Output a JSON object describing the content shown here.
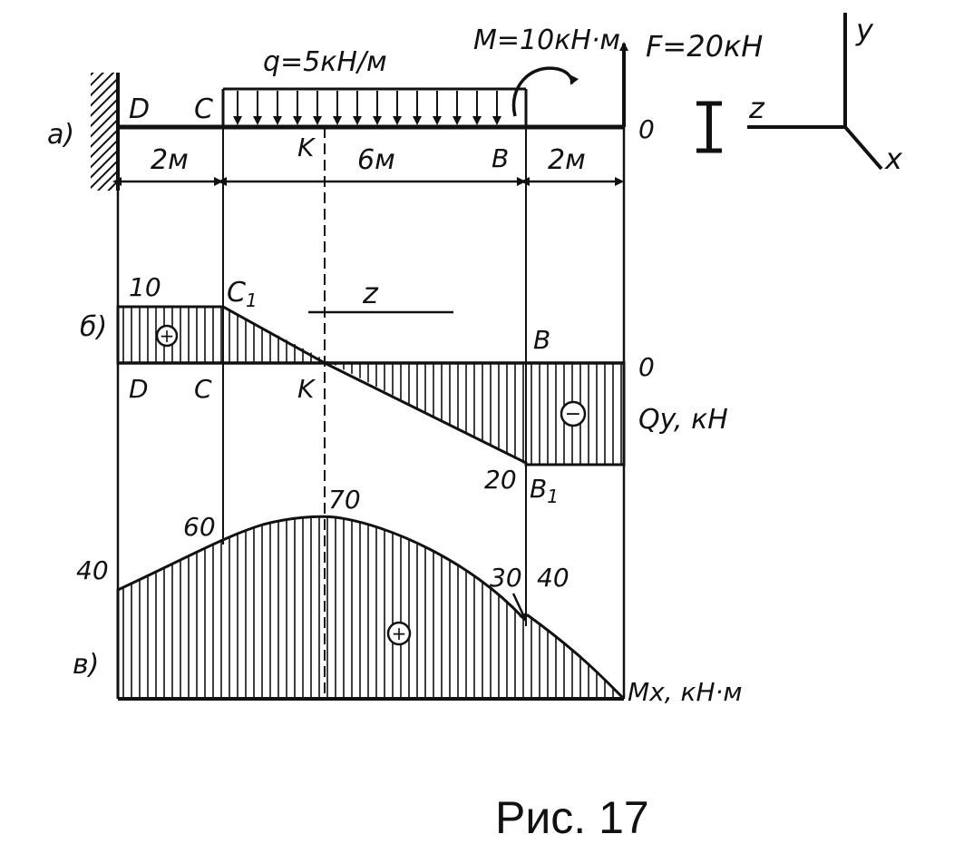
{
  "caption": "Рис. 17",
  "loads": {
    "q": "q=5кН/м",
    "m": "M=10кН·м",
    "f": "F=20кН"
  },
  "axes": {
    "y": "y",
    "z": "z",
    "x": "x"
  },
  "part_labels": {
    "a": "а)",
    "b": "б)",
    "c": "в)"
  },
  "points": {
    "d": "D",
    "c": "C",
    "k": "K",
    "b": "B",
    "o": "0",
    "c1": "C1",
    "b1": "B1"
  },
  "dimensions": [
    "2м",
    "6м",
    "2м"
  ],
  "shear": {
    "axis_label": "Qy, кН",
    "z_label": "z",
    "sign_pos": "+",
    "sign_neg": "−",
    "values": [
      {
        "id": "d",
        "label": "10"
      },
      {
        "id": "b1",
        "label": "20"
      }
    ]
  },
  "moment": {
    "axis_label": "Mx, кН·м",
    "sign": "+",
    "values": [
      {
        "id": "d",
        "label": "40"
      },
      {
        "id": "c",
        "label": "60"
      },
      {
        "id": "k",
        "label": "70"
      },
      {
        "id": "b_left",
        "label": "30"
      },
      {
        "id": "b_right",
        "label": "40"
      }
    ]
  }
}
